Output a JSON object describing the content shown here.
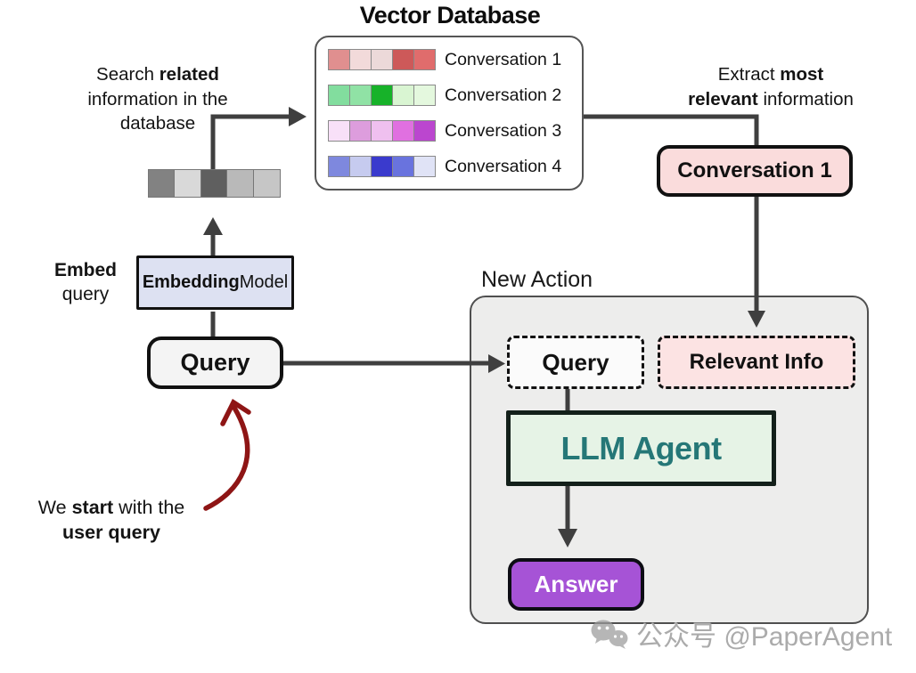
{
  "title": "Vector Database",
  "vector_database": {
    "rows": [
      {
        "label": "Conversation 1",
        "cells": [
          "#e08f8f",
          "#f2dada",
          "#ecd9d9",
          "#cd5959",
          "#e06c6c"
        ]
      },
      {
        "label": "Conversation 2",
        "cells": [
          "#82dd9e",
          "#90e2a5",
          "#17b229",
          "#d9f5d2",
          "#e4f8de"
        ]
      },
      {
        "label": "Conversation 3",
        "cells": [
          "#f8e0f8",
          "#dd9ddd",
          "#efc0ef",
          "#e070e0",
          "#bb46cf"
        ]
      },
      {
        "label": "Conversation 4",
        "cells": [
          "#7e88de",
          "#c6cbef",
          "#3a3acd",
          "#6973de",
          "#e0e3f6"
        ]
      }
    ]
  },
  "query_vector": {
    "cells": [
      "#828282",
      "#d9d9d9",
      "#5f5f5f",
      "#b9b9b9",
      "#c6c6c6"
    ]
  },
  "annotations": {
    "search_note": [
      {
        "t": "Search "
      },
      {
        "t": "related",
        "b": true
      },
      {
        "br": true
      },
      {
        "t": "information in the"
      },
      {
        "br": true
      },
      {
        "t": "database"
      }
    ],
    "extract_note": [
      {
        "t": "Extract "
      },
      {
        "t": "most",
        "b": true
      },
      {
        "br": true
      },
      {
        "t": "relevant",
        "b": true
      },
      {
        "t": " information"
      }
    ],
    "embed_note": [
      {
        "t": "Embed",
        "b": true
      },
      {
        "br": true
      },
      {
        "t": "query"
      }
    ],
    "start_note": [
      {
        "t": "We "
      },
      {
        "t": "start",
        "b": true
      },
      {
        "t": " with the"
      },
      {
        "br": true
      },
      {
        "t": "user query",
        "b": true
      }
    ]
  },
  "nodes": {
    "embedding_model": [
      {
        "t": "Embedding",
        "b": true
      },
      {
        "br": true
      },
      {
        "t": "Model"
      }
    ],
    "query": {
      "label": "Query"
    },
    "conversation1": {
      "label": "Conversation 1"
    },
    "new_action": {
      "label": "New Action"
    },
    "query_slot": {
      "label": "Query"
    },
    "relevant_info": {
      "label": "Relevant Info"
    },
    "llm_agent": {
      "label": "LLM Agent"
    },
    "answer": {
      "label": "Answer"
    }
  },
  "watermark": {
    "text": "公众号 @PaperAgent",
    "icon": "wechat-icon"
  },
  "colors": {
    "wire": "#3f3f3f",
    "red_arrow": "#8e1515",
    "embedding_bg": "#dde1f2",
    "conversation1_bg": "#fadcdc",
    "relevant_info_bg": "#fce3e3",
    "llm_agent_bg": "#e6f3e6",
    "llm_agent_text": "#257777",
    "answer_bg": "#a653d6",
    "new_action_bg": "#ededec"
  }
}
